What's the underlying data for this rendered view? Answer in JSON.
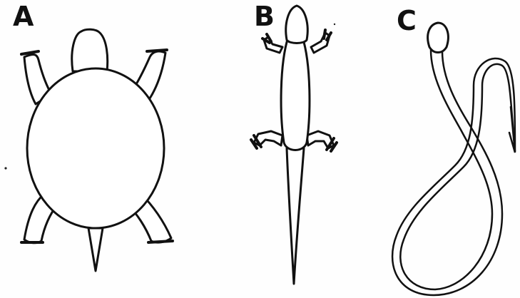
{
  "labels": {
    "a": "A",
    "b": "B",
    "c": "C"
  },
  "figures": [
    {
      "label": "A",
      "icon": "turtle-icon"
    },
    {
      "label": "B",
      "icon": "lizard-icon"
    },
    {
      "label": "C",
      "icon": "snake-icon"
    }
  ],
  "colors": {
    "ink": "#111111",
    "paper": "#ffffff"
  }
}
